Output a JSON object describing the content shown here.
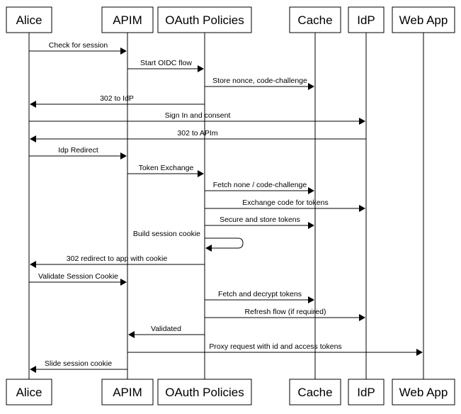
{
  "actors": [
    {
      "id": "alice",
      "label": "Alice"
    },
    {
      "id": "apim",
      "label": "APIM"
    },
    {
      "id": "oauth",
      "label": "OAuth Policies"
    },
    {
      "id": "cache",
      "label": "Cache"
    },
    {
      "id": "idp",
      "label": "IdP"
    },
    {
      "id": "webapp",
      "label": "Web App"
    }
  ],
  "messages": [
    {
      "from": "alice",
      "to": "apim",
      "label": "Check for session"
    },
    {
      "from": "apim",
      "to": "oauth",
      "label": "Start OIDC flow"
    },
    {
      "from": "oauth",
      "to": "cache",
      "label": "Store nonce, code-challenge"
    },
    {
      "from": "oauth",
      "to": "alice",
      "label": "302 to IdP"
    },
    {
      "from": "alice",
      "to": "idp",
      "label": "Sign In and consent"
    },
    {
      "from": "idp",
      "to": "alice",
      "label": "302 to APIm"
    },
    {
      "from": "alice",
      "to": "apim",
      "label": "Idp Redirect"
    },
    {
      "from": "apim",
      "to": "oauth",
      "label": "Token Exchange"
    },
    {
      "from": "oauth",
      "to": "cache",
      "label": "Fetch none / code-challenge"
    },
    {
      "from": "oauth",
      "to": "idp",
      "label": "Exchange code for tokens"
    },
    {
      "from": "oauth",
      "to": "cache",
      "label": "Secure and store tokens"
    },
    {
      "from": "oauth",
      "to": "oauth",
      "label": "Build session cookie"
    },
    {
      "from": "oauth",
      "to": "alice",
      "label": "302 redirect to app with cookie"
    },
    {
      "from": "alice",
      "to": "apim",
      "label": "Validate Session Cookie"
    },
    {
      "from": "oauth",
      "to": "cache",
      "label": "Fetch and decrypt tokens"
    },
    {
      "from": "oauth",
      "to": "idp",
      "label": "Refresh flow (if required)"
    },
    {
      "from": "oauth",
      "to": "apim",
      "label": "Validated"
    },
    {
      "from": "apim",
      "to": "webapp",
      "label": "Proxy request with id and access tokens"
    },
    {
      "from": "apim",
      "to": "alice",
      "label": "Slide session cookie"
    }
  ]
}
